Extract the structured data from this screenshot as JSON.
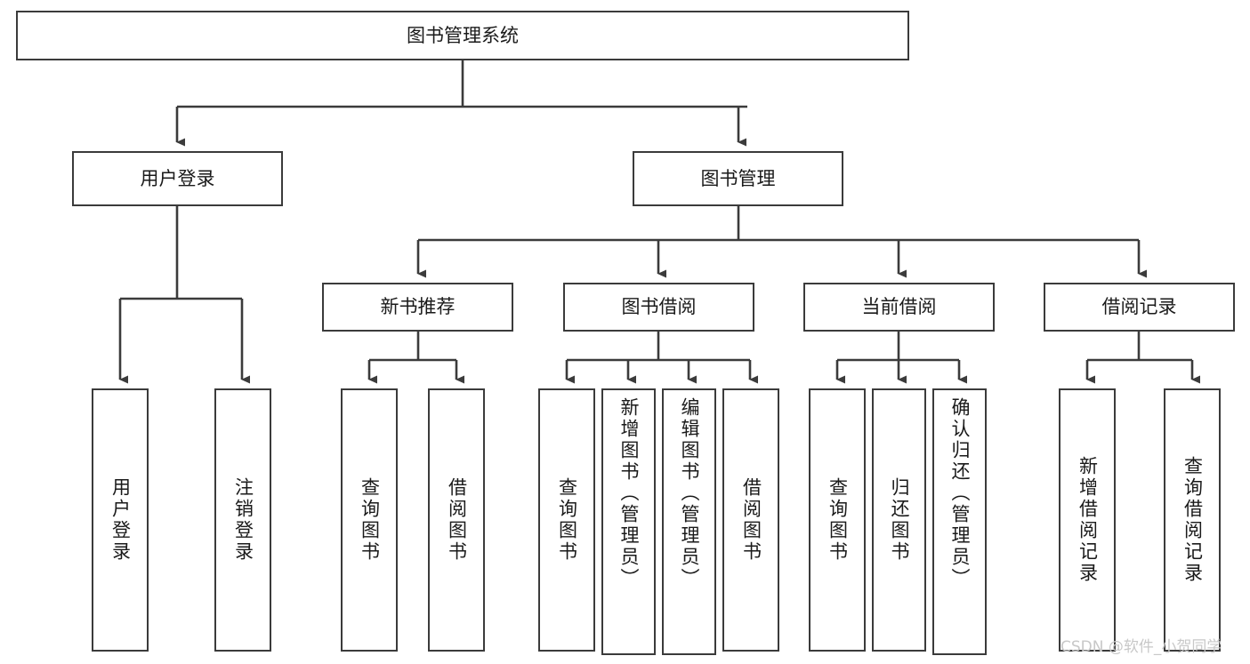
{
  "diagram": {
    "type": "hierarchy-tree",
    "title": "图书管理系统",
    "watermark": "CSDN @软件_小贺同学",
    "colors": {
      "stroke": "#3b3b3b",
      "fill": "#ffffff",
      "text": "#1a1a1a",
      "watermark": "#c8c8c8"
    },
    "nodes": {
      "root": {
        "label": "图书管理系统"
      },
      "level2": [
        {
          "label": "用户登录"
        },
        {
          "label": "图书管理"
        }
      ],
      "level3": [
        {
          "label": "新书推荐"
        },
        {
          "label": "图书借阅"
        },
        {
          "label": "当前借阅"
        },
        {
          "label": "借阅记录"
        }
      ],
      "leaves": {
        "user_login": [
          {
            "label": "用户登录"
          },
          {
            "label": "注销登录"
          }
        ],
        "new_book_recommend": [
          {
            "label": "查询图书"
          },
          {
            "label": "借阅图书"
          }
        ],
        "book_borrow": [
          {
            "label": "查询图书"
          },
          {
            "label": "新增图书（管理员）"
          },
          {
            "label": "编辑图书（管理员）"
          },
          {
            "label": "借阅图书"
          }
        ],
        "current_borrow": [
          {
            "label": "查询图书"
          },
          {
            "label": "归还图书"
          },
          {
            "label": "确认归还（管理员）"
          }
        ],
        "borrow_record": [
          {
            "label": "新增借阅记录"
          },
          {
            "label": "查询借阅记录"
          }
        ]
      }
    }
  }
}
